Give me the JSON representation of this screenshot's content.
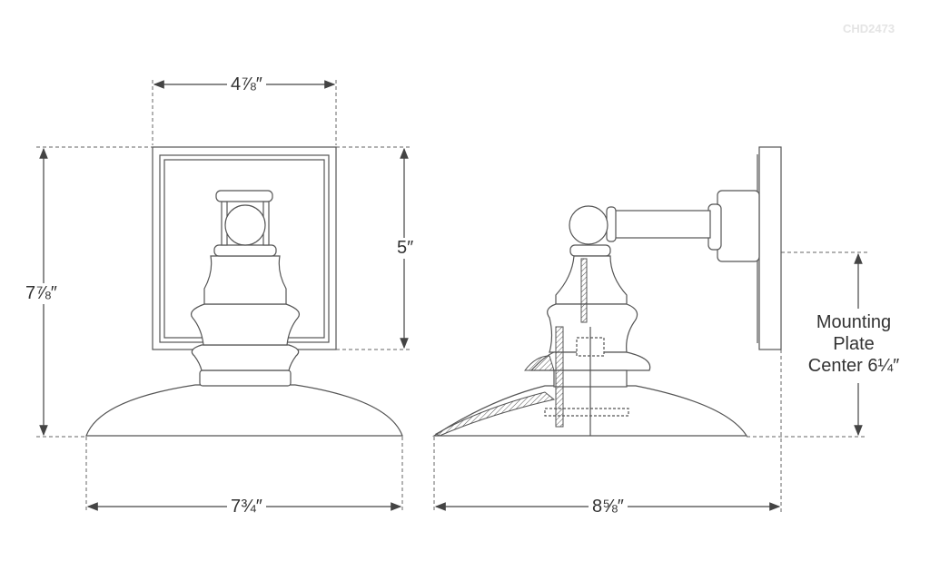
{
  "watermark": "CHD2473",
  "dimensions": {
    "backplate_width": "4⅞″",
    "overall_height": "7⅞″",
    "backplate_height": "5″",
    "shade_width": "7¾″",
    "extension": "8⅝″"
  },
  "mounting_plate": {
    "line1": "Mounting",
    "line2": "Plate",
    "line3": "Center 6¼″"
  },
  "colors": {
    "line": "#555555",
    "text": "#333333"
  }
}
